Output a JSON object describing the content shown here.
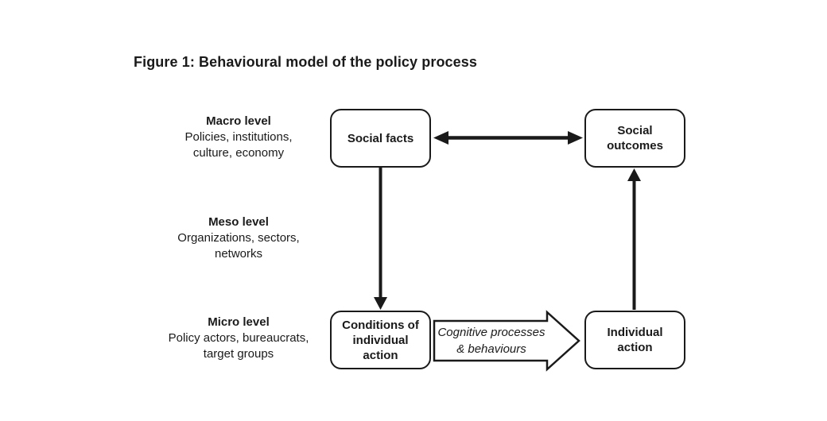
{
  "figure": {
    "title": "Figure 1: Behavioural model of the policy process",
    "levels": [
      {
        "id": "macro",
        "name": "Macro level",
        "description": "Policies, institutions,\nculture, economy"
      },
      {
        "id": "meso",
        "name": "Meso level",
        "description": "Organizations, sectors,\nnetworks"
      },
      {
        "id": "micro",
        "name": "Micro level",
        "description": "Policy actors, bureaucrats,\ntarget groups"
      }
    ],
    "nodes": [
      {
        "id": "social-facts",
        "label": "Social facts"
      },
      {
        "id": "social-outcomes",
        "label": "Social\noutcomes"
      },
      {
        "id": "conditions-of-individual-action",
        "label": "Conditions of\nindividual\naction"
      },
      {
        "id": "individual-action",
        "label": "Individual\naction"
      }
    ],
    "arrows": [
      {
        "id": "social-facts-social-outcomes",
        "type": "bidirectional-horizontal",
        "label": ""
      },
      {
        "id": "social-facts-to-conditions",
        "type": "down",
        "label": ""
      },
      {
        "id": "individual-action-to-social-outcomes",
        "type": "up",
        "label": ""
      },
      {
        "id": "conditions-to-individual-action",
        "type": "block-right",
        "label": "Cognitive processes\n& behaviours"
      }
    ],
    "colors": {
      "ink": "#1a1a1a",
      "background": "#ffffff"
    }
  }
}
